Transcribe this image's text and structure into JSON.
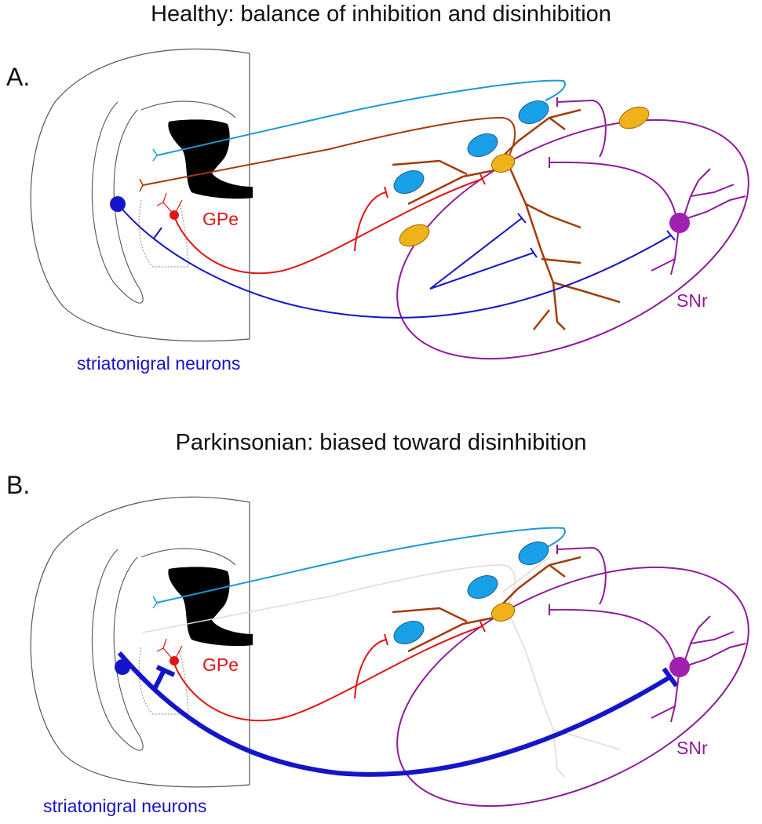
{
  "panels": [
    {
      "title": "Healthy: balance of inhibition and disinhibition",
      "label": "A.",
      "gpe_label": "GPe",
      "snr_label": "SNr",
      "caption": "striatonigral neurons"
    },
    {
      "title": "Parkinsonian: biased toward disinhibition",
      "label": "B.",
      "gpe_label": "GPe",
      "snr_label": "SNr",
      "caption": "striatonigral neurons"
    }
  ],
  "colors": {
    "striatonigral": "#1515c8",
    "gpe": "#e01515",
    "snr": "#8e1a9a",
    "axon_brown": "#a33a0a",
    "axon_light_blue": "#1a9ad6",
    "cell_blue": "#1aa0e8",
    "cell_orange": "#f0b21a",
    "brain_outline": "#555555",
    "faint": "#e6d8cc"
  },
  "icons": [
    "ventricle-shape",
    "coronal-brain-section",
    "snr-ellipse"
  ]
}
